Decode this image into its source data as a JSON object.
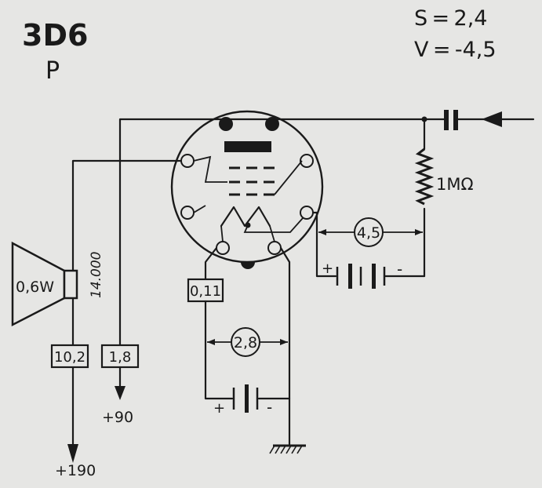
{
  "header": {
    "tube_type": "3D6",
    "tube_variant": "P",
    "slope": "S = 2,4",
    "grid_voltage": "V = -4,5"
  },
  "components": {
    "resistor_label": "1MΩ",
    "speaker_power": "0,6W",
    "transformer_ratio": "14.000",
    "anode_current": "10,2",
    "screen_current": "1,8",
    "filament_current": "0,11",
    "filament_voltage": "2,8",
    "bias_voltage": "4,5"
  },
  "supply": {
    "anode_voltage": "+190",
    "screen_voltage": "+90"
  },
  "battery_marks": {
    "bias_plus": "+",
    "bias_minus": "-",
    "filament_plus": "+",
    "filament_minus": "-"
  },
  "colors": {
    "ink": "#1a1a1a",
    "paper": "#e6e6e4"
  }
}
